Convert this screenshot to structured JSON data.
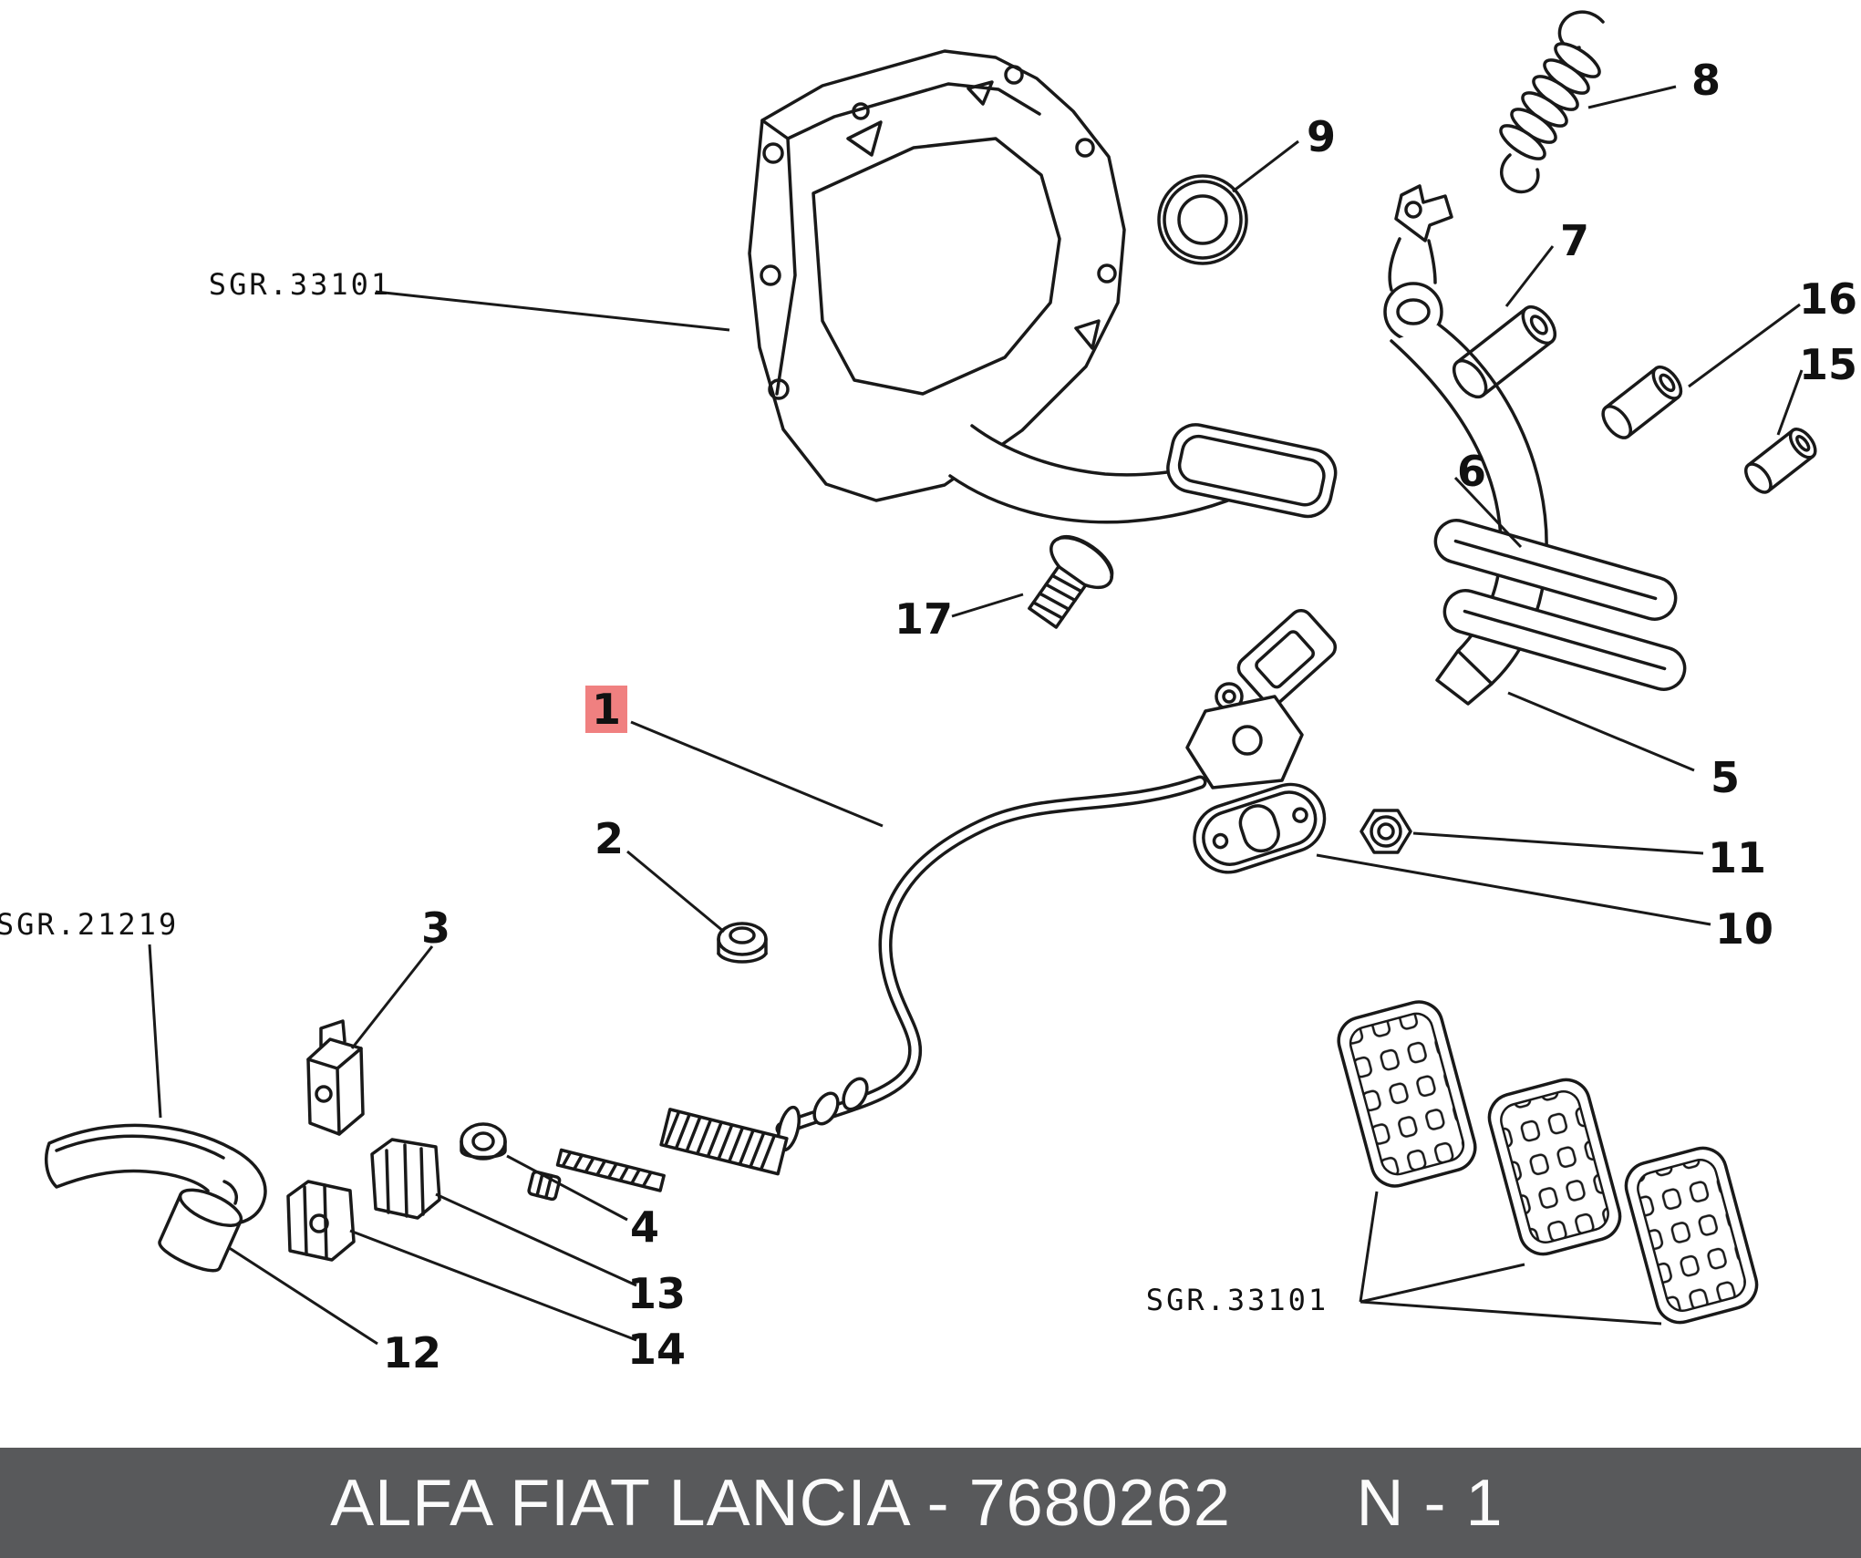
{
  "footer": {
    "title": "ALFA FIAT LANCIA - 7680262",
    "page": "N - 1"
  },
  "labels": {
    "sgr_top": "SGR.33101",
    "sgr_left": "SGR.21219",
    "sgr_bottom": "SGR.33101"
  },
  "callouts": {
    "c1": "1",
    "c2": "2",
    "c3": "3",
    "c4": "4",
    "c5": "5",
    "c6": "6",
    "c7": "7",
    "c8": "8",
    "c9": "9",
    "c10": "10",
    "c11": "11",
    "c12": "12",
    "c13": "13",
    "c14": "14",
    "c15": "15",
    "c16": "16",
    "c17": "17"
  },
  "highlight": {
    "part": "1",
    "bg": "#f08080",
    "fg": "#7c1010"
  },
  "colors": {
    "line": "#191919",
    "background": "#ffffff",
    "footer_bg": "#58595b",
    "footer_fg": "#fbfbfb"
  }
}
